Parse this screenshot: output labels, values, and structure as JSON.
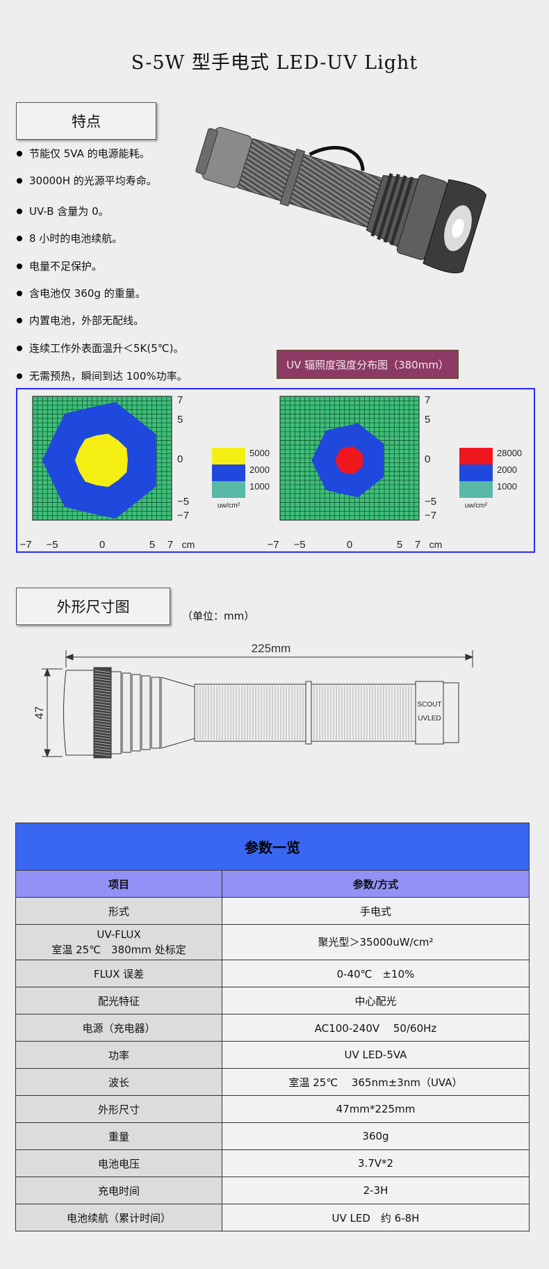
{
  "title": "S-5W 型手电式 LED-UV Light",
  "features": {
    "heading": "特点",
    "items": [
      "节能仅 5VA 的电源能耗。",
      "30000H 的光源平均寿命。",
      "UV-B 含量为 0。",
      "8 小时的电池续航。",
      "电量不足保护。",
      "含电池仅 360g 的重量。",
      "内置电池，外部无配线。",
      "连续工作外表面温升＜5K(5℃)。",
      "无需预热，瞬间到达 100%功率。"
    ]
  },
  "irradiance": {
    "title": "UV 辐照度强度分布图（380mm）",
    "y_ticks": [
      "7",
      "5",
      "0",
      "−5",
      "−7"
    ],
    "x_ticks": [
      "−7",
      "−5",
      "0",
      "5",
      "7"
    ],
    "x_unit": "cm",
    "unit_label": "uw/cm²",
    "colors": {
      "grid": "#3fbf79",
      "outer": "#1f48dd",
      "yellow": "#f5ee12",
      "red": "#f0161e",
      "teal": "#57b9a6"
    },
    "left_legend": [
      "5000",
      "2000",
      "1000"
    ],
    "right_legend": [
      "28000",
      "2000",
      "1000"
    ]
  },
  "dimensions": {
    "heading": "外形尺寸图",
    "unit_note": "（单位：mm）",
    "length_label": "225mm",
    "diameter_label": "47",
    "badge_line1": "SCOUT",
    "badge_line2": "UVLED"
  },
  "params": {
    "title": "参数一览",
    "col_item": "项目",
    "col_value": "参数/方式",
    "rows": [
      {
        "k": "形式",
        "v": "手电式"
      },
      {
        "k": "UV-FLUX",
        "k2": "室温 25℃　380mm 处标定",
        "v": "聚光型＞35000uW/cm²"
      },
      {
        "k": "FLUX 误差",
        "v": "0-40℃　±10%"
      },
      {
        "k": "配光特征",
        "v": "中心配光"
      },
      {
        "k": "电源（充电器）",
        "v": "AC100-240V　 50/60Hz"
      },
      {
        "k": "功率",
        "v": "UV LED-5VA"
      },
      {
        "k": "波长",
        "v": "室温 25℃　 365nm±3nm（UVA）"
      },
      {
        "k": "外形尺寸",
        "v": "47mm*225mm"
      },
      {
        "k": "重量",
        "v": "360g"
      },
      {
        "k": "电池电压",
        "v": "3.7V*2"
      },
      {
        "k": "充电时间",
        "v": "2-3H"
      },
      {
        "k": "电池续航（累计时间）",
        "v": "UV LED　约 6-8H"
      }
    ]
  }
}
